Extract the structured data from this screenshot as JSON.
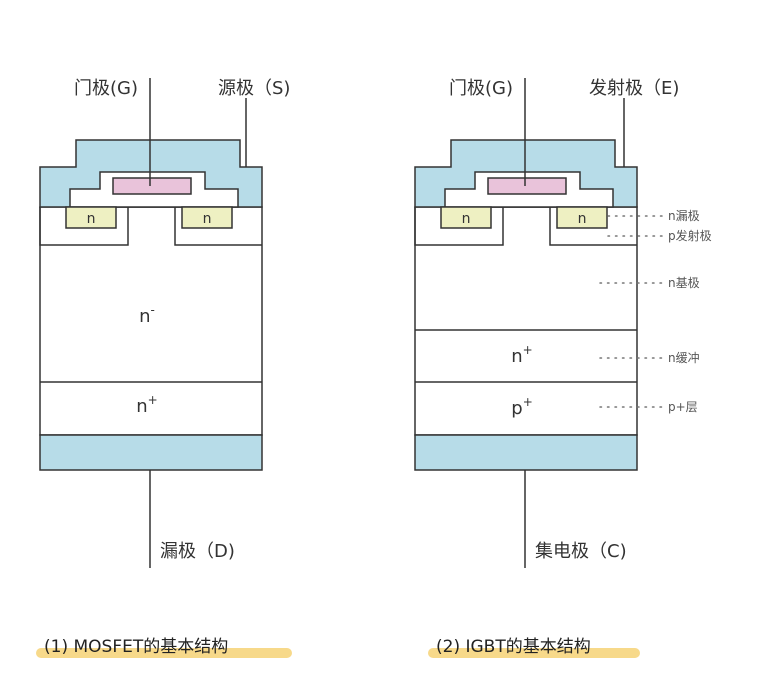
{
  "colors": {
    "oxide": "#b7dce8",
    "gate": "#e9c3da",
    "n_plus": "#eef0c2",
    "metal": "#b7dce8",
    "stroke": "#333333",
    "caption_highlight": "#f7d98a"
  },
  "mosfet": {
    "gate_label": "门极(G)",
    "source_label": "源极（S)",
    "n_left": "n",
    "n_right": "n",
    "drift_label": "n",
    "drift_sup": "-",
    "sub_label": "n",
    "sub_sup": "+",
    "drain_label": "漏极（D)",
    "caption": "(1) MOSFET的基本结构"
  },
  "igbt": {
    "gate_label": "门极(G)",
    "emitter_label": "发射极（E)",
    "n_left": "n",
    "n_right": "n",
    "buffer_label": "n",
    "buffer_sup": "+",
    "p_label": "p",
    "p_sup": "+",
    "collector_label": "集电极（C)",
    "caption": "(2) IGBT的基本结构",
    "annotations": [
      "n漏极",
      "p发射极",
      "n基极",
      "n缓冲",
      "p+层"
    ]
  }
}
